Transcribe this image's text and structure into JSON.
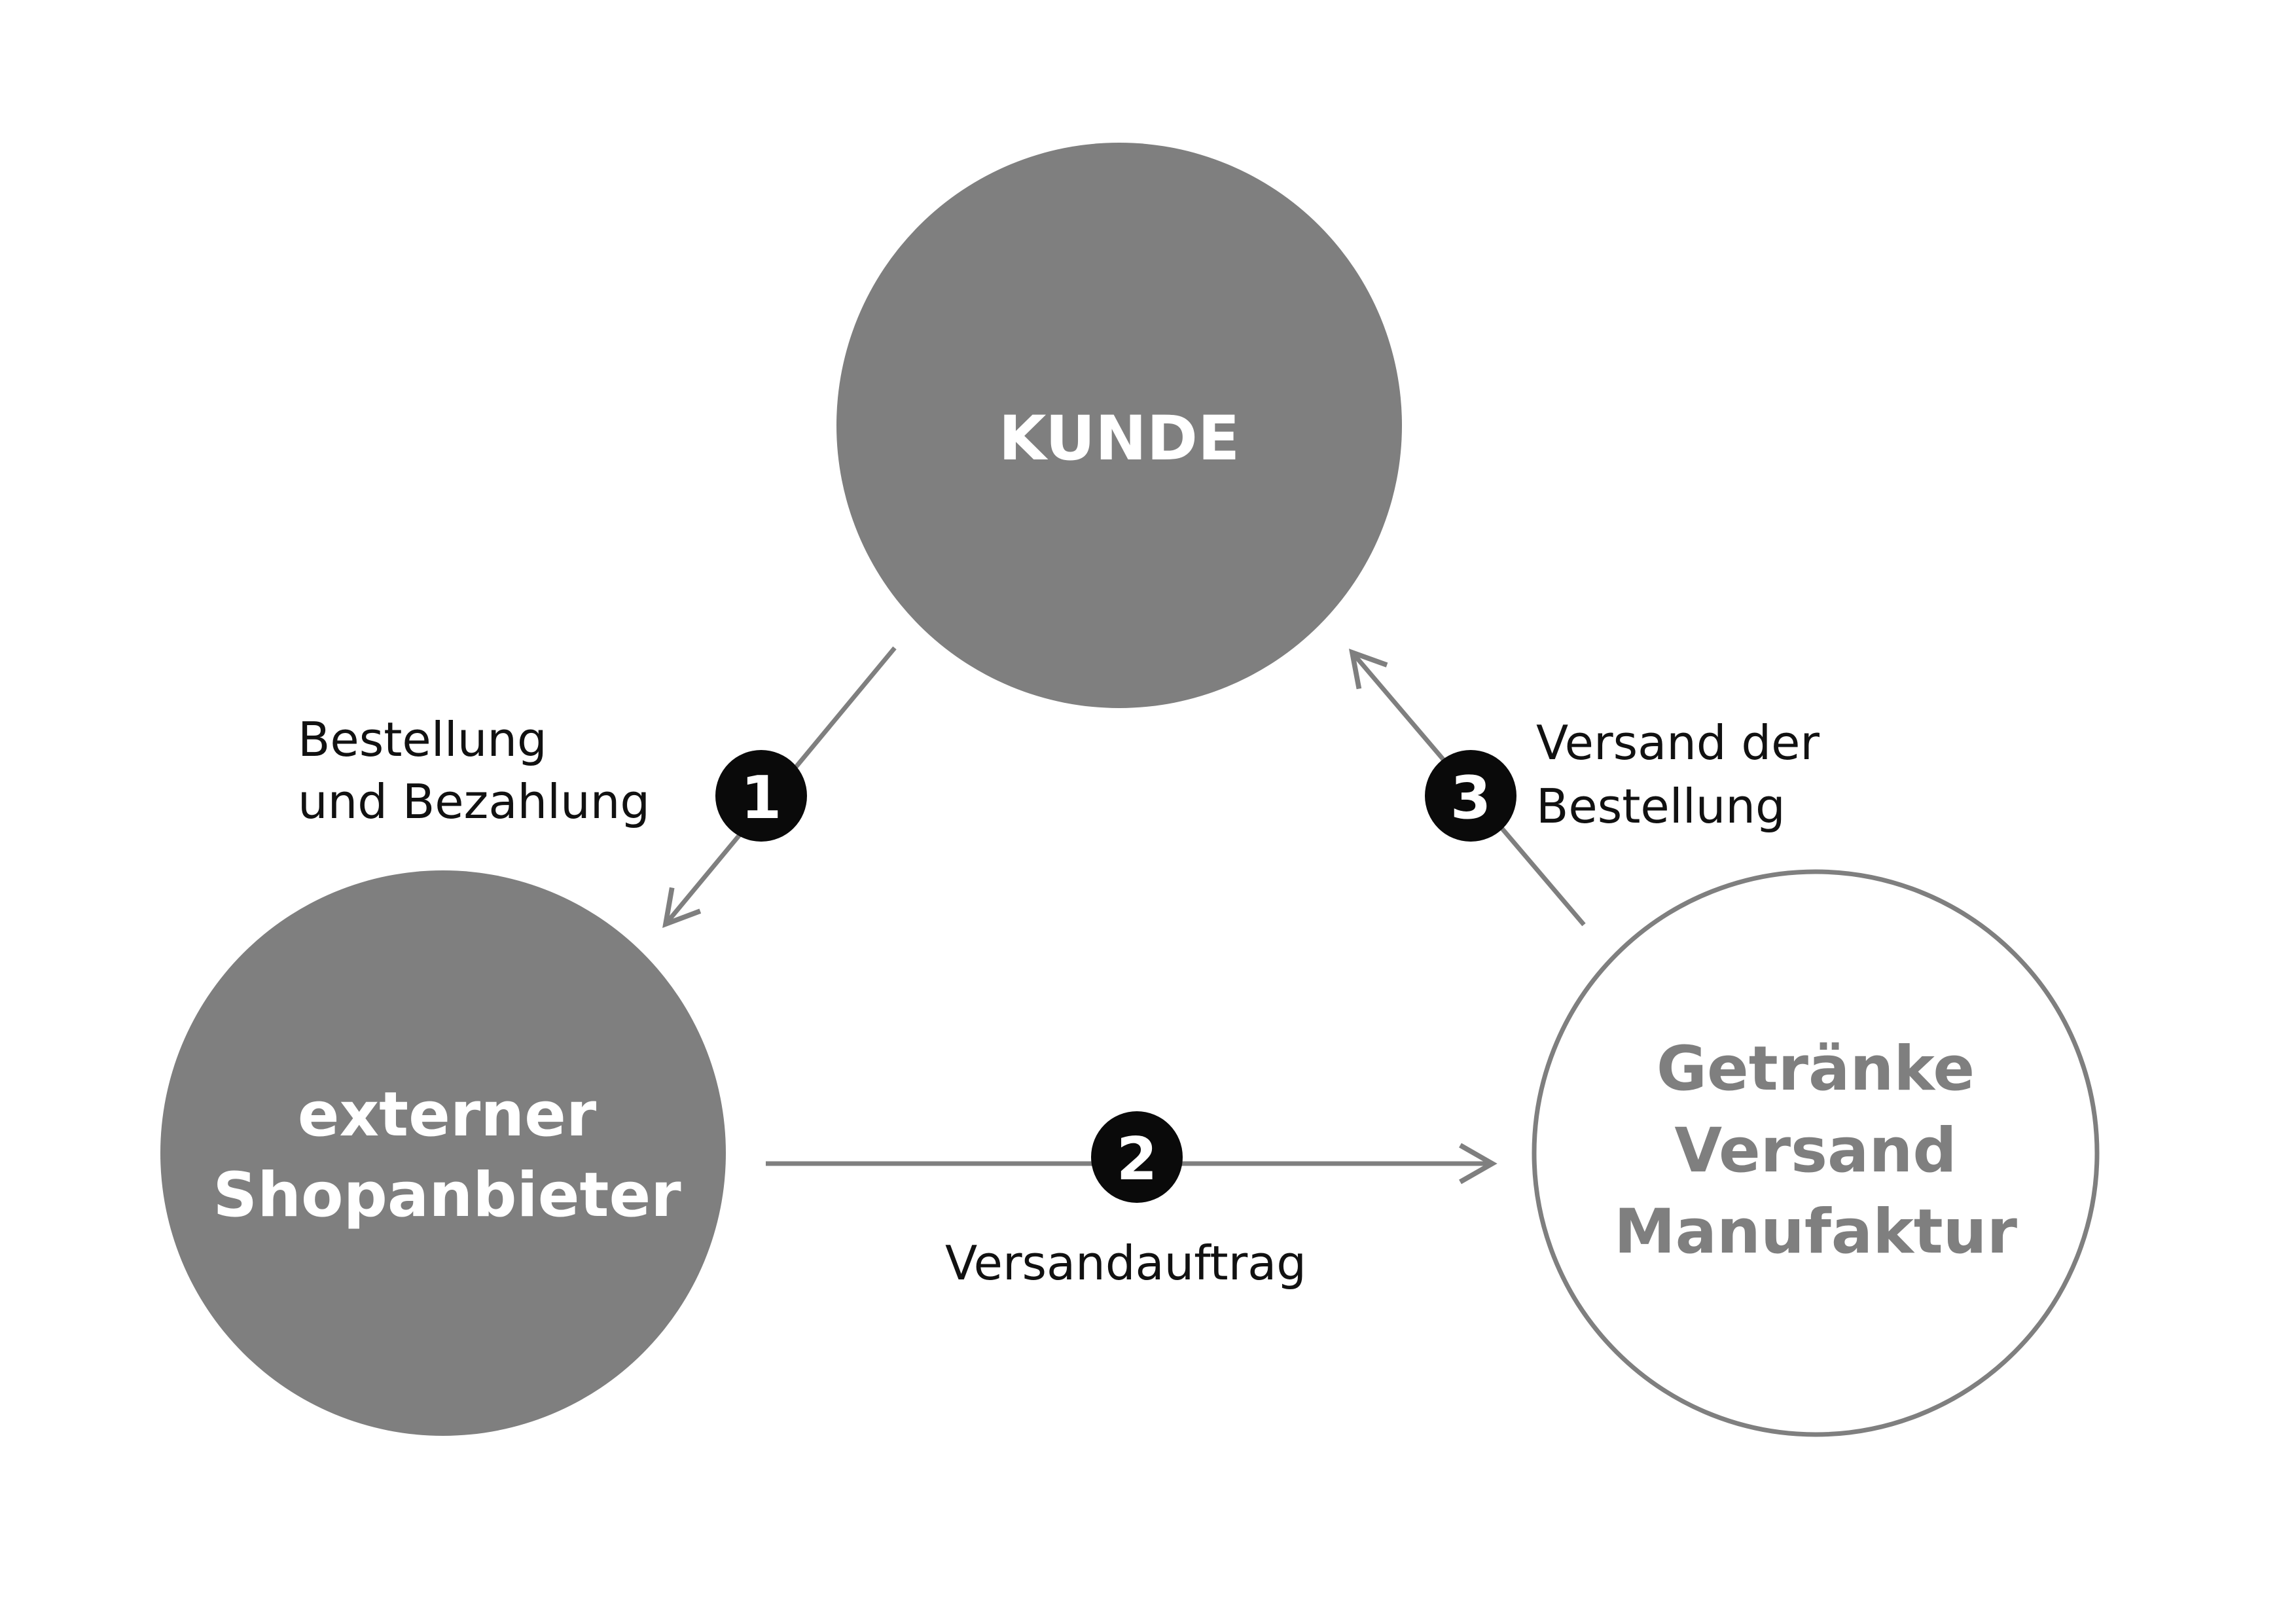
{
  "colors": {
    "node_fill": "#7f7f7f",
    "node_outline": "#7f7f7f",
    "arrow": "#7f7f7f",
    "badge": "#0a0a0a",
    "text_dark": "#111111",
    "text_light": "#ffffff"
  },
  "nodes": {
    "kunde": {
      "label": "KUNDE"
    },
    "shop": {
      "line1": "externer",
      "line2": "Shopanbieter"
    },
    "manufaktur": {
      "line1": "Getränke",
      "line2": "Versand",
      "line3": "Manufaktur"
    }
  },
  "steps": [
    {
      "number": "1",
      "line1": "Bestellung",
      "line2": "und Bezahlung"
    },
    {
      "number": "2",
      "line1": "Versandauftrag"
    },
    {
      "number": "3",
      "line1": "Versand der",
      "line2": "Bestellung"
    }
  ]
}
